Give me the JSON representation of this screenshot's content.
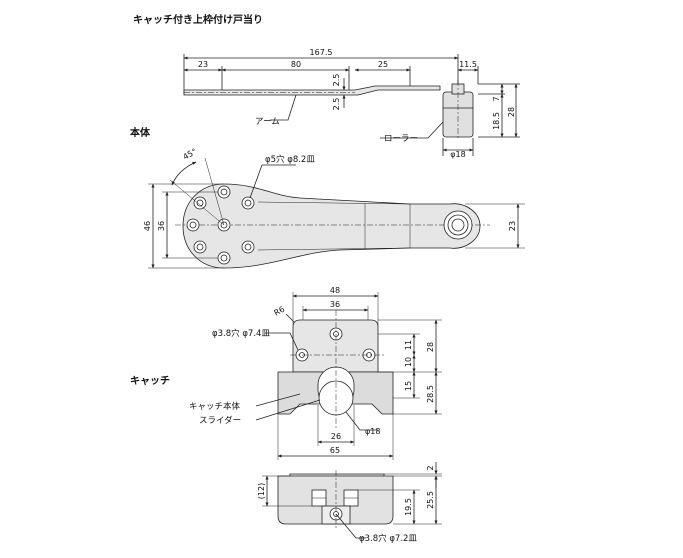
{
  "titles": {
    "main": "キャッチ付き上枠付け戸当り",
    "body": "本体",
    "catch": "キャッチ"
  },
  "labels": {
    "arm": "アーム",
    "roller": "ローラー",
    "catch_body": "キャッチ本体",
    "slider": "スライダー",
    "hole_arm": "φ5穴 φ8.2皿",
    "hole_catch": "φ3.8穴 φ7.4皿",
    "hole_bottom": "φ3.8穴 φ7.2皿"
  },
  "dims": {
    "total_length": "167.5",
    "d23": "23",
    "d80": "80",
    "d25": "25",
    "d11_5": "11.5",
    "d2_5a": "2.5",
    "d2_5b": "2.5",
    "d7": "7",
    "d18_5": "18.5",
    "d28": "28",
    "d_roller": "φ18",
    "angle": "45°",
    "d46": "46",
    "d36_v": "36",
    "d23_v": "23",
    "d48": "48",
    "d36_h": "36",
    "r6": "R6",
    "d10": "10",
    "d11": "11",
    "d28_c": "28",
    "d15": "15",
    "d28_5": "28.5",
    "d26": "26",
    "d_slider": "φ18",
    "d65": "65",
    "d2": "2",
    "d12": "(12)",
    "d19_5": "19.5",
    "d25_5": "25.5"
  }
}
